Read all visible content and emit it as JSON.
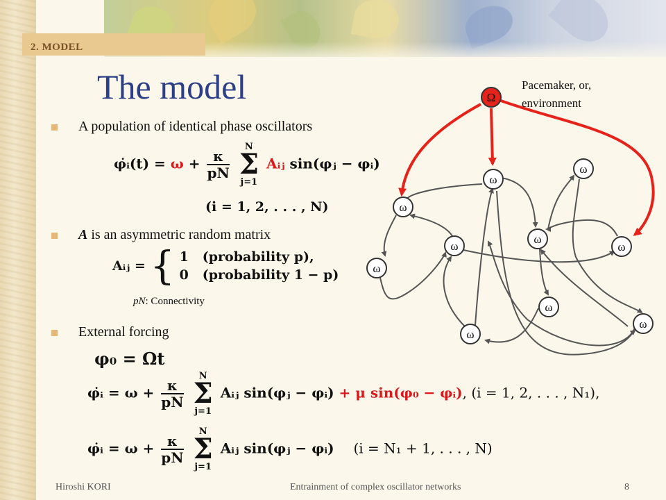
{
  "section": "2. MODEL",
  "title": "The model",
  "bullets": {
    "b1": "A population of identical  phase oscillators",
    "b2_italic": "A",
    "b2_rest": " is an asymmetric random matrix",
    "b3": "External forcing"
  },
  "eq1": {
    "lhs": "φ̇ᵢ(t) =",
    "omega": "ω",
    "plus": "+",
    "frac_num": "κ",
    "frac_den": "pN",
    "sum_top": "N",
    "sum_sym": "Σ",
    "sum_bot": "j=1",
    "aij": "Aᵢⱼ",
    "sin": "sin(φⱼ − φᵢ)",
    "range": "(i = 1, 2, . . . , N)"
  },
  "eq2": {
    "lhs": "Aᵢⱼ =",
    "brace": "{",
    "case1_val": "1",
    "case1_text": "(probability p),",
    "case0_val": "0",
    "case0_text": "(probability 1 − p)"
  },
  "connectivity": {
    "pn": "pN",
    "text": ": Connectivity"
  },
  "eq3": {
    "text": "φ₀ = Ωt"
  },
  "eq4": {
    "lhs": "φ̇ᵢ = ω +",
    "frac_num": "κ",
    "frac_den": "pN",
    "sum_top": "N",
    "sum_sym": "Σ",
    "sum_bot": "j=1",
    "coupling": "Aᵢⱼ sin(φⱼ − φᵢ)",
    "forcing": "+ μ sin(φ₀ − φᵢ)",
    "range": ",   (i = 1, 2, . . . , N₁),"
  },
  "eq5": {
    "lhs": "φ̇ᵢ = ω +",
    "frac_num": "κ",
    "frac_den": "pN",
    "sum_top": "N",
    "sum_sym": "Σ",
    "sum_bot": "j=1",
    "coupling": "Aᵢⱼ sin(φⱼ − φᵢ)",
    "range": "(i = N₁ + 1, . . . , N)"
  },
  "graph": {
    "pacemaker_symbol": "Ω",
    "pacemaker_label_line1": "Pacemaker, or,",
    "pacemaker_label_line2": "environment",
    "node_symbol": "ω",
    "forcing_color": "#e5231b",
    "edge_color": "#555555"
  },
  "footer": {
    "author": "Hiroshi KORI",
    "talk": "Entrainment of complex oscillator networks",
    "page": "8"
  }
}
